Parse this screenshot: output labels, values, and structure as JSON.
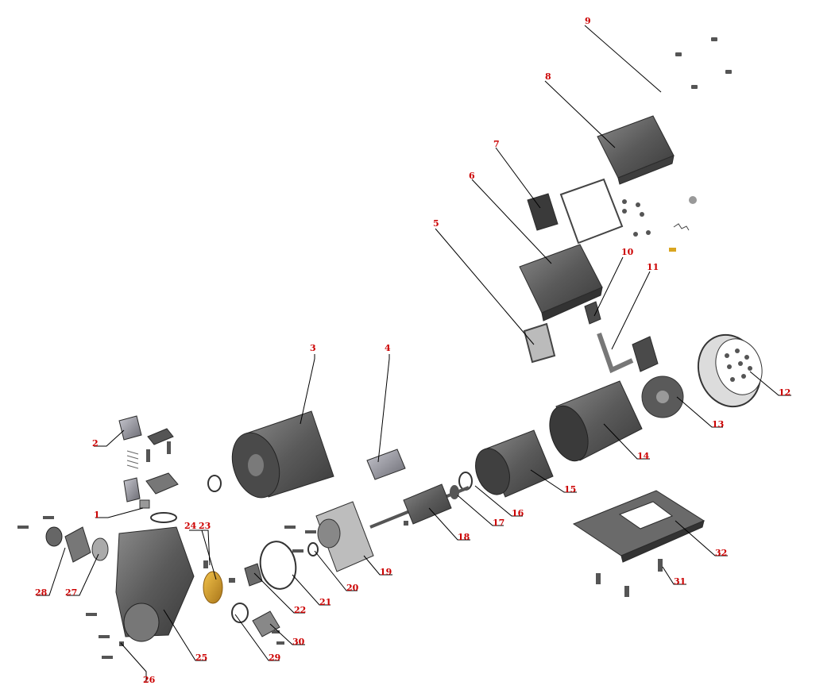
{
  "diagram": {
    "labels": [
      "1",
      "2",
      "3",
      "4",
      "5",
      "6",
      "7",
      "8",
      "9",
      "10",
      "11",
      "12",
      "13",
      "14",
      "15",
      "16",
      "17",
      "18",
      "19",
      "20",
      "21",
      "22",
      "23",
      "24",
      "25",
      "26",
      "27",
      "28",
      "29",
      "30",
      "31",
      "32"
    ]
  },
  "colors": {
    "label": "#cc0000",
    "part_dark": "#4a4a4a",
    "part_mid": "#6e6e6e",
    "part_light": "#9a9a9a",
    "gear": "#d9a520",
    "leader": "#000000"
  }
}
